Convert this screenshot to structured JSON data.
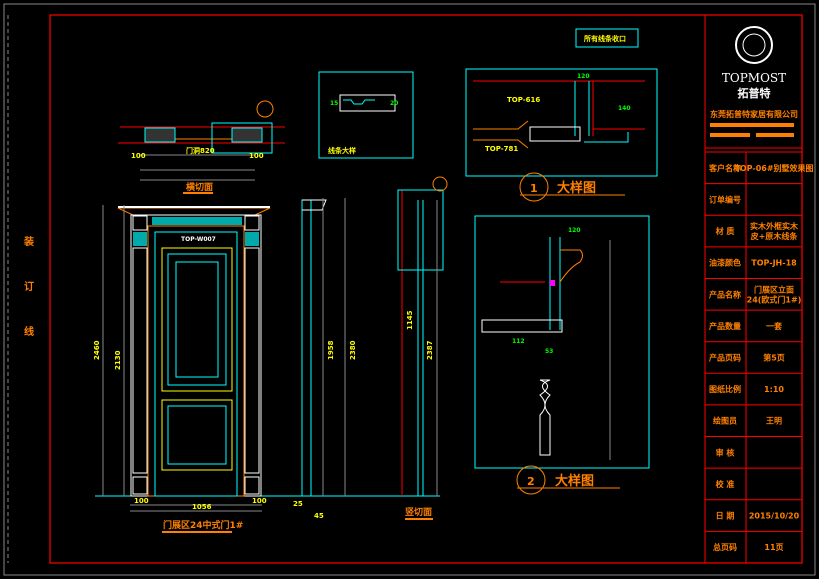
{
  "binding_margin": {
    "chars": [
      "装",
      "订",
      "线"
    ]
  },
  "titles": {
    "section_horizontal": "横切面",
    "molding_detail": "线条大样",
    "all_molding_note": "所有线条收口",
    "detail_1_num": "1",
    "detail_1": "大样图",
    "detail_2_num": "2",
    "detail_2": "大样图",
    "elevation": "门展区24中式门1#",
    "section_vertical": "竖切面"
  },
  "callouts": {
    "door_model": "TOP-W007",
    "part_a": "TOP-616",
    "part_b": "TOP-781",
    "door_opening": "门洞820"
  },
  "dimensions": {
    "height_total": "2460",
    "height_inner": "2130",
    "width_total": "1056",
    "side": "100",
    "v_a": "1958",
    "v_b": "2380",
    "v_c": "2387",
    "v_d": "1145",
    "d1_a": "120",
    "d1_b": "140",
    "d2_a": "120",
    "d2_b": "112",
    "d2_c": "53",
    "bottom_a": "25",
    "bottom_b": "45"
  },
  "logo": {
    "brand": "TOPMOST",
    "brand_cn": "拓普特",
    "company": "东莞拓普特家居有限公司"
  },
  "title_block": {
    "rows": [
      {
        "label": "客户名称",
        "value": "TOP-06#别墅效果图"
      },
      {
        "label": "订单编号",
        "value": ""
      },
      {
        "label": "材    质",
        "value": "实木外框实木\n皮+原木线条"
      },
      {
        "label": "油漆颜色",
        "value": "TOP-JH-18"
      },
      {
        "label": "产品名称",
        "value": "门展区立面\n24(欧式门1#)"
      },
      {
        "label": "产品数量",
        "value": "一套"
      },
      {
        "label": "产品页码",
        "value": "第5页"
      },
      {
        "label": "图纸比例",
        "value": "1:10"
      },
      {
        "label": "绘图员",
        "value": "王明"
      },
      {
        "label": "审  核",
        "value": ""
      },
      {
        "label": "校  准",
        "value": ""
      },
      {
        "label": "日    期",
        "value": "2015/10/20"
      },
      {
        "label": "总页码",
        "value": "11页"
      }
    ]
  },
  "colors": {
    "background": "#000000",
    "border": "#ff0000",
    "text": "#ff8000",
    "dim": "#ffff00",
    "outline": "#00ffff"
  }
}
